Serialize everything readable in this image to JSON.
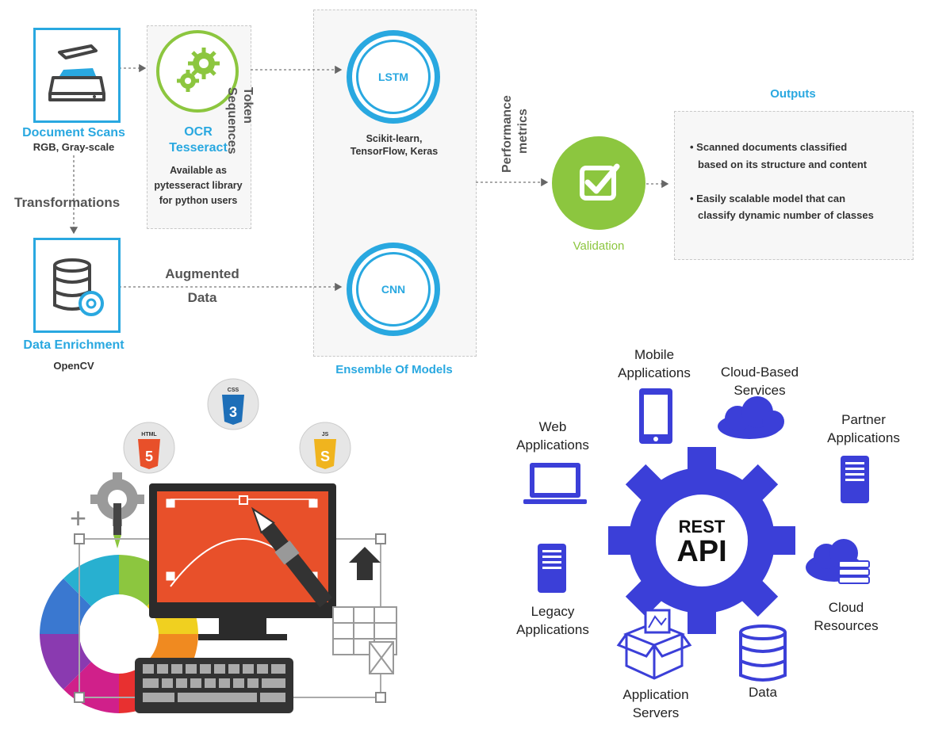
{
  "pipeline": {
    "doc_scans": {
      "title": "Document Scans",
      "subtitle": "RGB, Gray-scale"
    },
    "transformations": "Transformations",
    "data_enrichment": {
      "title": "Data Enrichment",
      "subtitle": "OpenCV"
    },
    "ocr": {
      "title1": "OCR",
      "title2": "Tesseract",
      "desc": [
        "Available as",
        "pytesseract library",
        "for python users"
      ]
    },
    "token_sequences": [
      "Token",
      "Sequences"
    ],
    "augmented_data": [
      "Augmented",
      "Data"
    ],
    "lstm": {
      "label": "LSTM",
      "desc": [
        "Scikit-learn,",
        "TensorFlow, Keras"
      ]
    },
    "cnn": {
      "label": "CNN"
    },
    "ensemble": "Ensemble Of Models",
    "performance_metrics": [
      "Performance",
      "metrics"
    ],
    "validation": "Validation",
    "outputs": {
      "title": "Outputs",
      "items": [
        [
          "• Scanned documents classified",
          "based on its structure and content"
        ],
        [
          "• Easily scalable model that can",
          "classify dynamic number of classes"
        ]
      ]
    }
  },
  "webdesign": {
    "badges": {
      "html": "HTML",
      "css": "CSS",
      "js": "JS"
    }
  },
  "rest": {
    "center": [
      "REST",
      "API"
    ],
    "mobile": [
      "Mobile",
      "Applications"
    ],
    "cloud_based": [
      "Cloud-Based",
      "Services"
    ],
    "partner": [
      "Partner",
      "Applications"
    ],
    "web": [
      "Web",
      "Applications"
    ],
    "legacy": [
      "Legacy",
      "Applications"
    ],
    "cloud_resources": [
      "Cloud",
      "Resources"
    ],
    "app_servers": [
      "Application",
      "Servers"
    ],
    "data": "Data"
  },
  "colors": {
    "accent_blue": "#29a8e0",
    "green": "#8cc63f",
    "api_blue": "#3b3fd8",
    "monitor_red": "#e8502a"
  }
}
